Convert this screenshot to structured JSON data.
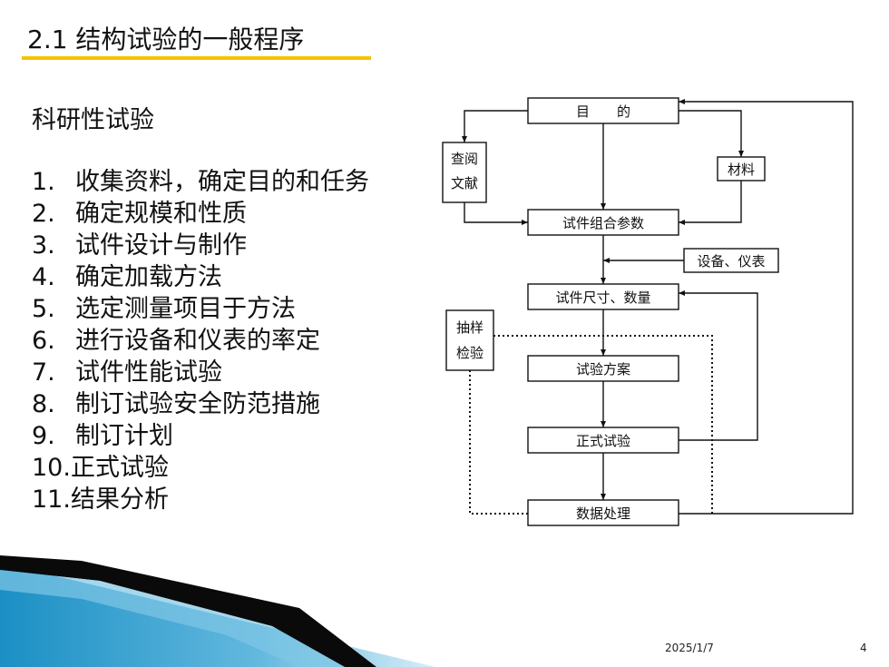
{
  "slide": {
    "title": "2.1 结构试验的一般程序",
    "subtitle": "科研性试验",
    "steps": [
      {
        "num": "1.",
        "text": "收集资料，确定目的和任务"
      },
      {
        "num": "2.",
        "text": "确定规模和性质"
      },
      {
        "num": "3.",
        "text": "试件设计与制作"
      },
      {
        "num": "4.",
        "text": "确定加载方法"
      },
      {
        "num": "5.",
        "text": "选定测量项目于方法"
      },
      {
        "num": "6.",
        "text": "进行设备和仪表的率定"
      },
      {
        "num": "7.",
        "text": "试件性能试验"
      },
      {
        "num": "8.",
        "text": "制订试验安全防范措施"
      },
      {
        "num": "9.",
        "text": "制订计划"
      },
      {
        "num": "10.",
        "text": "正式试验"
      },
      {
        "num": "11.",
        "text": "结果分析"
      }
    ],
    "date": "2025/1/7",
    "page_number": "4"
  },
  "flowchart": {
    "purpose": "目　　的",
    "consult_line1": "查阅",
    "consult_line2": "文献",
    "materials": "材料",
    "params": "试件组合参数",
    "equipment": "设备、仪表",
    "size": "试件尺寸、数量",
    "sampling_line1": "抽样",
    "sampling_line2": "检验",
    "plan": "试验方案",
    "formal_test": "正式试验",
    "data_processing": "数据处理"
  },
  "colors": {
    "title_rule": "#f5c400",
    "deco_dark": "#0a0a0a",
    "deco_blue": "#1b8fc4",
    "deco_light": "#cfe8f4"
  }
}
